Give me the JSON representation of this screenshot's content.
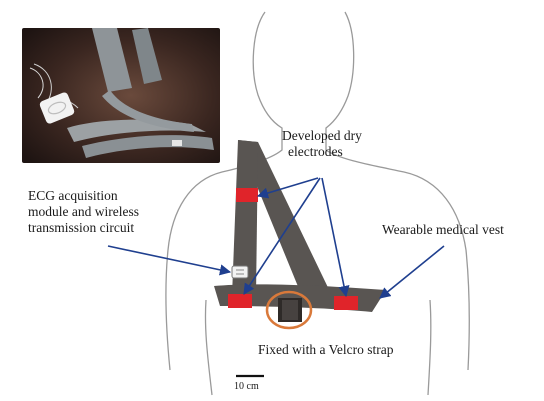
{
  "labels": {
    "dry_electrodes": [
      "Developed dry",
      "electrodes"
    ],
    "ecg_module": [
      "ECG acquisition",
      "module and wireless",
      "transmission circuit"
    ],
    "vest": "Wearable medical vest",
    "velcro": "Fixed with a Velcro strap",
    "scale": "10 cm"
  },
  "colors": {
    "strap": "#595552",
    "electrode": "#e0242a",
    "arrow": "#1f3f8f",
    "velcro_ring": "#d9793a",
    "outline": "#9a9a9a"
  }
}
